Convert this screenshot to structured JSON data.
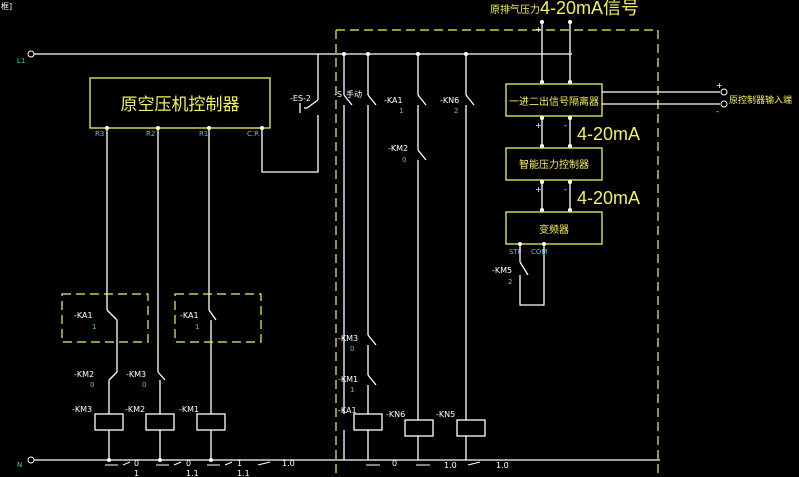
{
  "window": {
    "corner_label": "框]"
  },
  "top_note": {
    "text": "原排气压力",
    "signal": "4-20mA信号"
  },
  "rails": {
    "l1": "L1",
    "n": "N"
  },
  "controller": {
    "title": "原空压机控制器",
    "terminals": [
      "R3",
      "R2",
      "R1",
      "C.R"
    ]
  },
  "blocks": {
    "isolator": "一进二出信号隔离器",
    "pressure_ctrl": "智能压力控制器",
    "vfd": "变频器",
    "vfd_terminals": [
      "STF",
      "COM"
    ]
  },
  "signals": {
    "loop1": "4-20mA",
    "loop2": "4-20mA"
  },
  "output_label": "原控制器输入端",
  "polarity": {
    "plus": "+",
    "minus": "-"
  },
  "devices": {
    "es2": "-ES-2",
    "s_switch": "-S",
    "s_mark": "手动",
    "ka1_a": "-KA1",
    "ka1_a_no": "1",
    "kn6_a": "-KN6",
    "kn6_a_no": "2",
    "km2_a": "-KM2",
    "km2_a_no": "0",
    "ka1_b": "-KA1",
    "ka1_b_no": "1",
    "ka1_c": "-KA1",
    "ka1_c_no": "1",
    "km2_b": "-KM2",
    "km2_b_no": "0",
    "km3_b": "-KM3",
    "km3_b_no": "0",
    "km3_c": "-KM3",
    "km3_c_no": "0",
    "km1_c": "-KM1",
    "km1_c_no": "1",
    "ka1_coil": "-KA1",
    "kn6_coil": "-KN6",
    "kn5_coil": "-KN5",
    "km3_coil": "-KM3",
    "km2_coil": "-KM2",
    "km1_coil": "-KM1",
    "km5": "-KM5",
    "km5_no": "2"
  },
  "cross_ref": {
    "row1": [
      "0",
      "0",
      "1",
      "1.0",
      "0",
      "1.0",
      "1.0"
    ],
    "row2": [
      "1",
      "1.1",
      "1.1"
    ]
  }
}
